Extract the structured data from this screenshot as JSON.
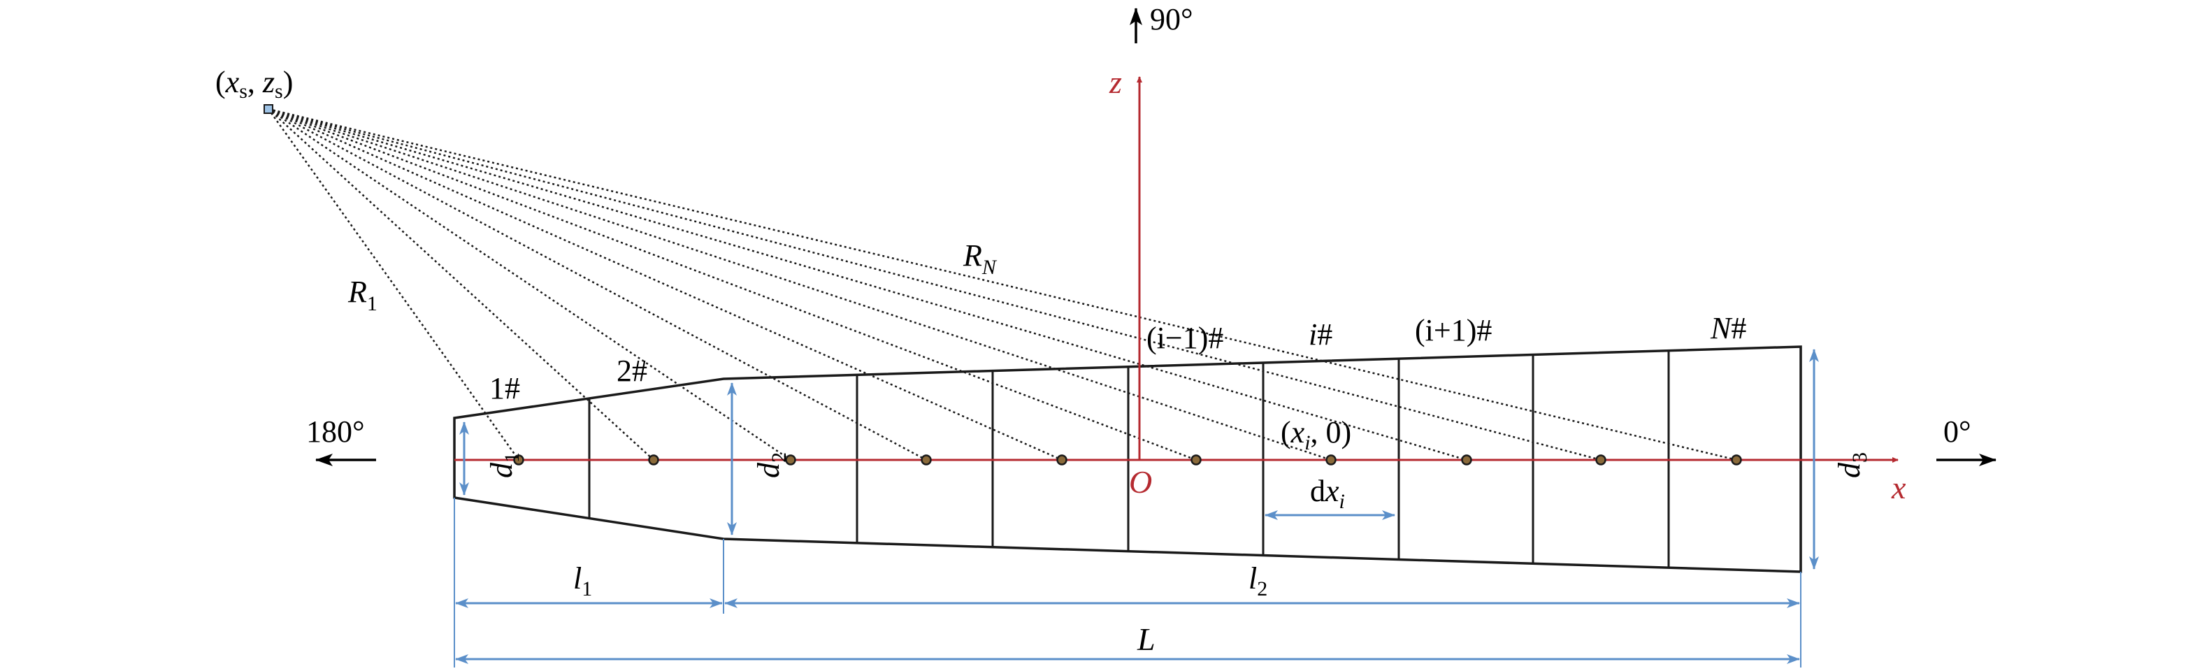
{
  "colors": {
    "axis": "#b52a30",
    "dimension": "#5b8fc9",
    "outline": "#1a1a1a",
    "ray": "#1a1a1a",
    "node_fill": "#8a6a3a",
    "source_fill": "#9ec3e6"
  },
  "direction_labels": {
    "deg90": "90°",
    "deg180": "180°",
    "deg0": "0°"
  },
  "axes": {
    "z": "z",
    "x": "x",
    "origin": "O"
  },
  "source": {
    "label_open": "(",
    "x": "x",
    "x_sub": "s",
    "comma": ", ",
    "z": "z",
    "z_sub": "s",
    "label_close": ")"
  },
  "rays": {
    "r1": "R",
    "r1_sub": "1",
    "rN": "R",
    "rN_sub": "N"
  },
  "segments": {
    "s1": "1#",
    "s2": "2#",
    "s_im1": "(i−1)#",
    "s_i_letter": "i",
    "s_i_hash": "#",
    "s_ip1": "(i+1)#",
    "sN_letter": "N",
    "sN_hash": "#"
  },
  "node_label": {
    "open": "(",
    "x": "x",
    "sub": "i",
    "rest": ", 0)"
  },
  "dimensions": {
    "d1": "d",
    "d1_sub": "1",
    "d2": "d",
    "d2_sub": "2",
    "d3": "d",
    "d3_sub": "3",
    "dx": "d",
    "dx_var": "x",
    "dx_sub": "i",
    "l1": "l",
    "l1_sub": "1",
    "l2": "l",
    "l2_sub": "2",
    "L": "L"
  }
}
